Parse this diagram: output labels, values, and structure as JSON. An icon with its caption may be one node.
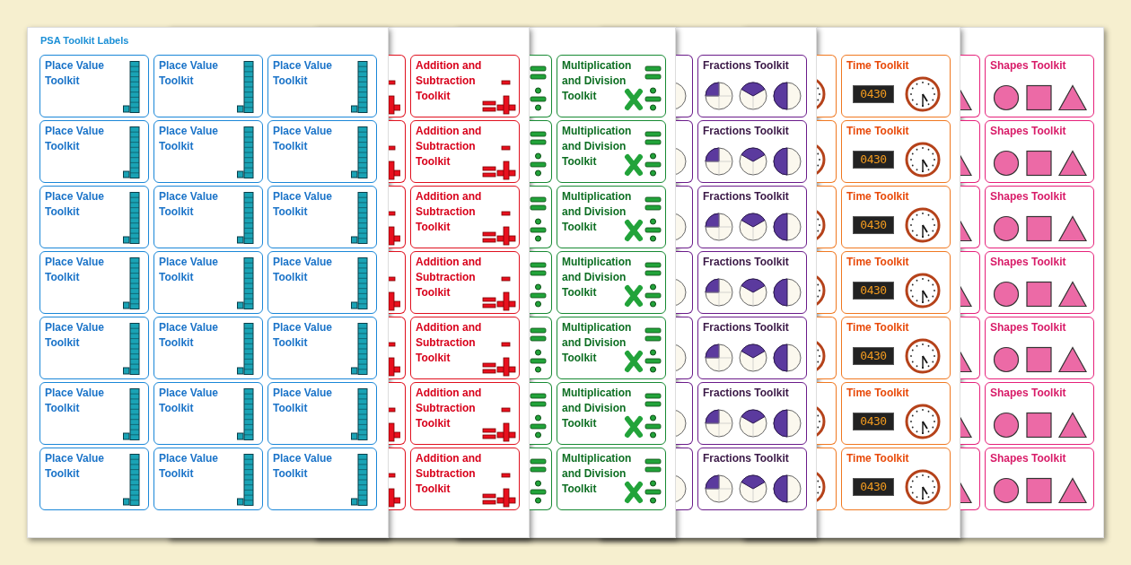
{
  "diagram": {
    "title": "PSA Toolkit Labels",
    "nodes": [
      {
        "text": [
          "Place Value Toolkit"
        ]
      },
      {
        "text": [
          "Place Value Toolkit"
        ]
      },
      {
        "text": [
          "Place Value Toolkit"
        ]
      },
      {
        "text": [
          "Place Value Toolkit"
        ]
      },
      {
        "text": [
          "Place Value Toolkit"
        ]
      },
      {
        "text": [
          "Place Value Toolkit"
        ]
      },
      {
        "text": [
          "Place Value Toolkit"
        ]
      },
      {
        "text": [
          "Place Value Toolkit"
        ]
      },
      {
        "text": [
          "Place Value Toolkit"
        ]
      },
      {
        "text": [
          "Place Value Toolkit"
        ]
      },
      {
        "text": [
          "Place Value Toolkit"
        ]
      },
      {
        "text": [
          "Place Value Toolkit"
        ]
      },
      {
        "text": [
          "Place Value Toolkit"
        ]
      },
      {
        "text": [
          "Place Value Toolkit"
        ]
      },
      {
        "text": [
          "Place Value Toolkit"
        ]
      },
      {
        "text": [
          "Place Value Toolkit"
        ]
      },
      {
        "text": [
          "Place Value Toolkit"
        ]
      },
      {
        "text": [
          "Place Value Toolkit"
        ]
      },
      {
        "text": [
          "Place Value Toolkit"
        ]
      },
      {
        "text": [
          "Place Value Toolkit"
        ]
      },
      {
        "text": [
          "Place Value Toolkit"
        ]
      },
      {
        "text": [
          "Addition and Subtraction Toolkit"
        ]
      },
      {
        "text": [
          "Addition and Subtraction Toolkit"
        ]
      },
      {
        "text": [
          "Addition and Subtraction Toolkit"
        ]
      },
      {
        "text": [
          "Addition and Subtraction Toolkit"
        ]
      },
      {
        "text": [
          "Addition and Subtraction Toolkit"
        ]
      },
      {
        "text": [
          "Addition and Subtraction Toolkit"
        ]
      },
      {
        "text": [
          "Addition and Subtraction Toolkit"
        ]
      },
      {
        "text": [
          "Multiplication and Division Toolkit"
        ]
      },
      {
        "text": [
          "Multiplication and Division Toolkit"
        ]
      },
      {
        "text": [
          "Multiplication and Division Toolkit"
        ]
      },
      {
        "text": [
          "Multiplication and Division Toolkit"
        ]
      },
      {
        "text": [
          "Multiplication and Division Toolkit"
        ]
      },
      {
        "text": [
          "Multiplication and Division Toolkit"
        ]
      },
      {
        "text": [
          "Multiplication and Division Toolkit"
        ]
      },
      {
        "text": [
          "Fractions Toolkit"
        ]
      },
      {
        "text": [
          "Fractions Toolkit"
        ]
      },
      {
        "text": [
          "Fractions Toolkit"
        ]
      },
      {
        "text": [
          "Fractions Toolkit"
        ]
      },
      {
        "text": [
          "Fractions Toolkit"
        ]
      },
      {
        "text": [
          "Fractions Toolkit"
        ]
      },
      {
        "text": [
          "Fractions Toolkit"
        ]
      },
      {
        "text": [
          "Time Toolkit",
          "0430"
        ]
      },
      {
        "text": [
          "Time Toolkit",
          "0430"
        ]
      },
      {
        "text": [
          "Time Toolkit",
          "0430"
        ]
      },
      {
        "text": [
          "Time Toolkit",
          "0430"
        ]
      },
      {
        "text": [
          "Time Toolkit",
          "0430"
        ]
      },
      {
        "text": [
          "Time Toolkit",
          "0430"
        ]
      },
      {
        "text": [
          "Time Toolkit",
          "0430"
        ]
      },
      {
        "text": [
          "Shapes Toolkit"
        ]
      },
      {
        "text": [
          "Shapes Toolkit"
        ]
      },
      {
        "text": [
          "Shapes Toolkit"
        ]
      },
      {
        "text": [
          "Shapes Toolkit"
        ]
      },
      {
        "text": [
          "Shapes Toolkit"
        ]
      },
      {
        "text": [
          "Shapes Toolkit"
        ]
      },
      {
        "text": [
          "Shapes Toolkit"
        ]
      }
    ]
  }
}
